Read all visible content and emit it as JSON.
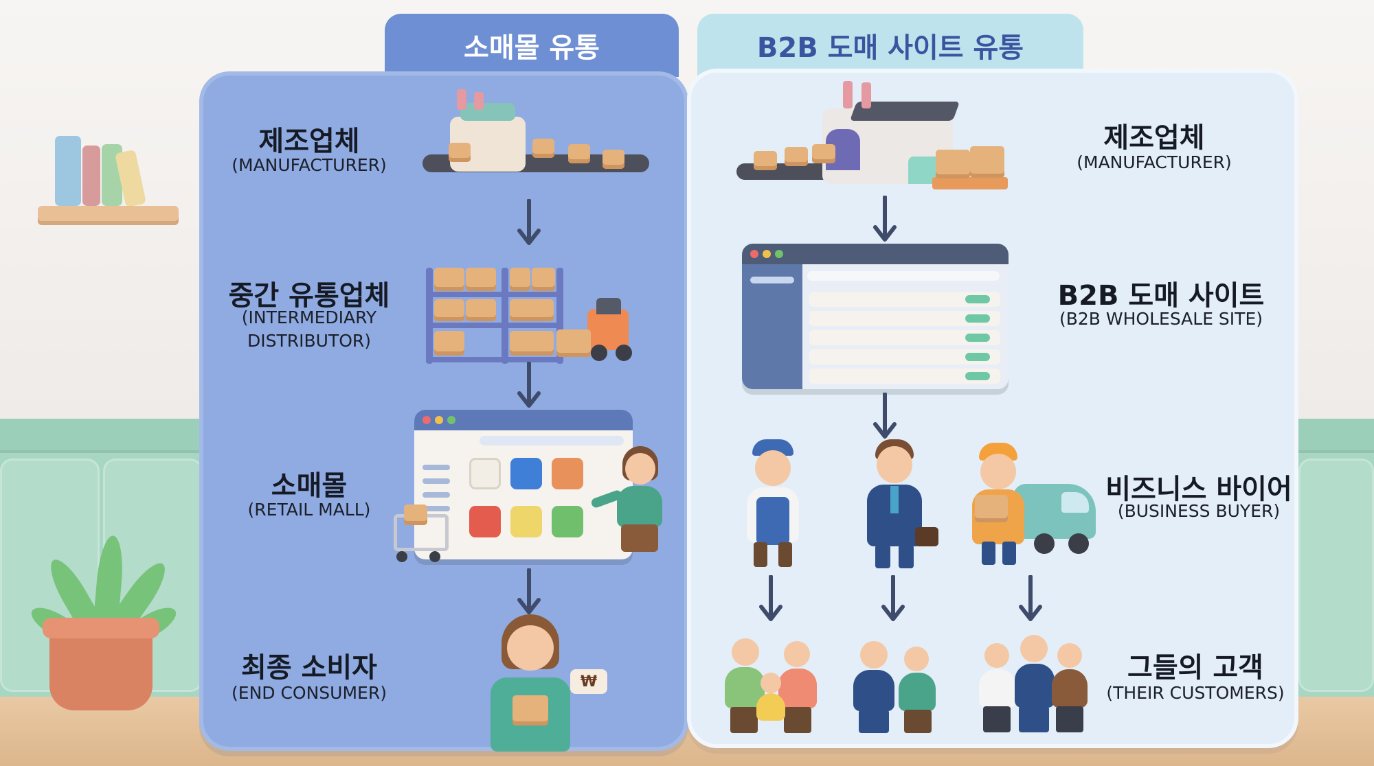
{
  "columns": {
    "left": {
      "tab_title": "소매몰 유통",
      "stages": [
        {
          "ko": "제조업체",
          "en": "(MANUFACTURER)"
        },
        {
          "ko": "중간 유통업체",
          "en_line1": "(INTERMEDIARY",
          "en_line2": "DISTRIBUTOR)"
        },
        {
          "ko": "소매몰",
          "en": "(RETAIL MALL)"
        },
        {
          "ko": "최종 소비자",
          "en": "(END CONSUMER)"
        }
      ],
      "price_tag": "₩"
    },
    "right": {
      "tab_title": "B2B 도매 사이트 유통",
      "stages": [
        {
          "ko": "제조업체",
          "en": "(MANUFACTURER)"
        },
        {
          "ko": "B2B 도매 사이트",
          "en": "(B2B WHOLESALE SITE)"
        },
        {
          "ko": "비즈니스 바이어",
          "en": "(BUSINESS BUYER)"
        },
        {
          "ko": "그들의 고객",
          "en": "(THEIR CUSTOMERS)"
        }
      ]
    }
  },
  "icons": {
    "arrow": "arrow-down-icon",
    "factory": "factory-icon",
    "warehouse": "warehouse-forklift-icon",
    "shop_screen": "online-shop-screen-icon",
    "wholesale_screen": "wholesale-site-screen-icon",
    "consumer": "consumer-icon",
    "buyers": "business-buyers-icon",
    "customers": "customer-groups-icon"
  },
  "colors": {
    "left_panel": "#8fabe2",
    "right_panel": "#e3eef8",
    "left_tab": "#6f8fd4",
    "right_tab": "#bfe3ec",
    "arrow": "#3f4b6b"
  }
}
